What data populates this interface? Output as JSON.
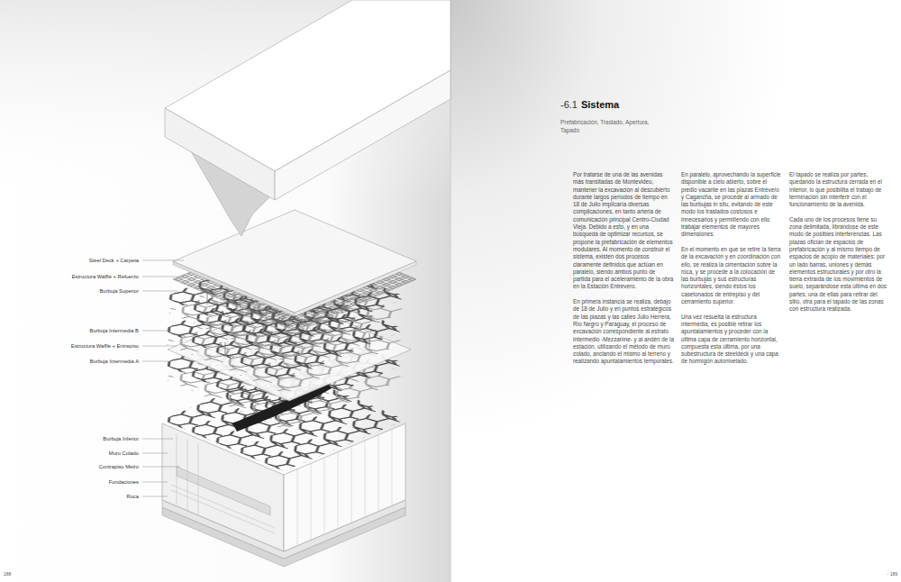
{
  "diagram": {
    "title": "Sistema",
    "labels": [
      "-6.1",
      "Prefabricación, Traslado, Apertura, Tapado",
      "Por tratarse de una de las avenidas más transitadas de Montevideo, mantener la excavación al descubierto durante largos períodos de tiempo en 18 de Julio implicaría diversas complicaciones, en tanto arteria de comunicación principal Centro-Ciudad Vieja. Debido a esto, y en una búsqueda de optimizar recursos, se propone la prefabricación de elementos modulares. Al momento de construir el sistema, existen dos procesos claramente definidos que actúan en paralelo, siendo ambos punto de partida para el aceleramiento de la obra en la Estación Entrevero.",
      "En primera instancia se realiza, debajo de 18 de Julio y en puntos estratégicos de las plazas y las calles Julio Herrera, Río Negro y Paraguay, el proceso de excavación correspondiente al estrato intermedio -Mezzanine- y al andén de la estación, utilizando el método de muro colado, anclando el mismo al terreno y realizando apuntalamientos temporales.",
      "En paralelo, aprovechando la superficie disponible a cielo abierto, sobre el predio vacante en las plazas Entrevero y Cagancha, se procede al armado de las burbujas in situ, evitando de este modo los traslados costosos e innecesarios y permitiendo con ello trabajar elementos de mayores dimensiones.",
      "En el momento en que se retire la tierra de la excavación y en coordinación con ello, se realiza la cimentación sobre la roca, y se procede a la colocación de las burbujas y sus estructuras horizontales, siendo éstos los casetonados de entrepiso y del cerramiento superior.",
      "Una vez resuelta la estructura intermedia, es posible retirar los apuntalamientos y proceder con la última capa de cerramiento horizontal, compuesta esta última, por una subestructura de steeldeck y una capa de hormigón autonivelado.",
      "El tapado se realiza por partes, quedando la estructura cerrada en el interior, lo que posibilita el trabajo de terminación sin interferir con el funcionamiento de la avenida.",
      "Cada uno de los procesos tiene su zona delimitada, librándose de este modo de posibles interferencias. Las plazas ofician de espacios de prefabricación y al mismo tiempo de espacios de acopio de materiales: por un lado barras, uniones y demás elementos estructurales y por otro la tierra extraída de los movimientos de suelo, separándose esta última en dos partes; una de ellas para retirar del sitio, otra para el tapado de las zonas con estructura realizada.",
      "Steel Deck + Carpeta",
      "Estructura Waffle + Refuerzo",
      "Burbuja Superior",
      "Burbuja Intermedia B",
      "Estructura Waffle + Entrepiso",
      "Burbuja Intermedia A",
      "Burbuja Inferior",
      "Muro Colado",
      "Contrapiso Metro",
      "Fundaciones",
      "Roca",
      "188",
      "- 189"
    ]
  }
}
